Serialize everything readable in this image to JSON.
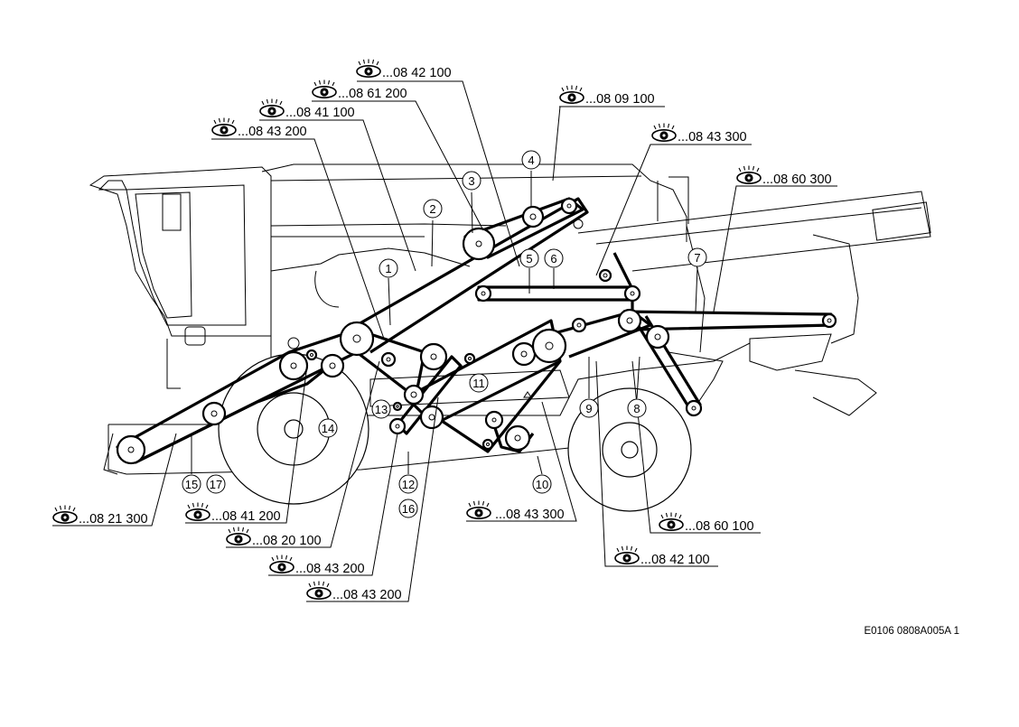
{
  "references": [
    {
      "label": "...08 42 100"
    },
    {
      "label": "...08 61 200"
    },
    {
      "label": "...08 41 100"
    },
    {
      "label": "...08 43 200"
    },
    {
      "label": "...08 09 100"
    },
    {
      "label": "...08 43 300"
    },
    {
      "label": "...08 60 300"
    },
    {
      "label": "...08 21 300"
    },
    {
      "label": "...08 41 200"
    },
    {
      "label": "...08 20 100"
    },
    {
      "label": "...08 43 200"
    },
    {
      "label": "...08 43 200"
    },
    {
      "label": "...08 43 300"
    },
    {
      "label": "...08 60 100"
    },
    {
      "label": "...08 42 100"
    }
  ],
  "callouts": [
    "1",
    "2",
    "3",
    "4",
    "5",
    "6",
    "7",
    "8",
    "9",
    "10",
    "11",
    "12",
    "13",
    "14",
    "15",
    "16",
    "17"
  ],
  "drawing_code": "E0106 0808A005A 1",
  "icon": "eye-icon"
}
